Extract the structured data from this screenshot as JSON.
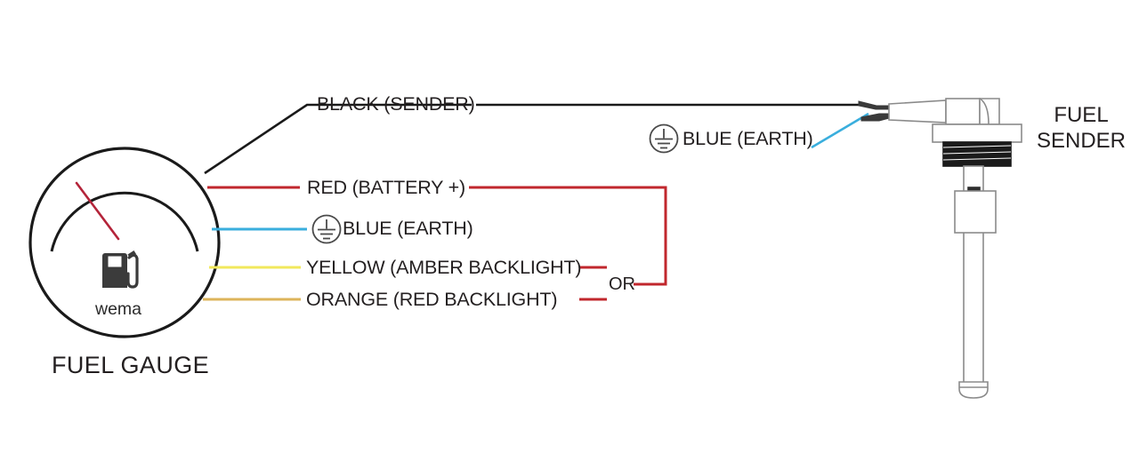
{
  "diagram": {
    "title_hidden": "",
    "colors": {
      "black_wire": "#1a1a1a",
      "red_wire": "#c1272d",
      "blue_wire": "#3aaedd",
      "yellow_wire": "#f2e85c",
      "orange_wire": "#ddb45b",
      "outline": "#1a1a1a",
      "sender_outline": "#8a8a8a",
      "thread_fill": "#1b1b1b",
      "icon_fill": "#3b3b3b",
      "text": "#231f20"
    }
  },
  "gauge": {
    "caption": "FUEL GAUGE",
    "brand": "wema",
    "icon_name": "fuel-pump-icon",
    "needle_name": "gauge-needle"
  },
  "wires": [
    {
      "id": "black-sender",
      "label": "BLACK (SENDER)",
      "color_key": "black_wire",
      "has_earth_symbol": false
    },
    {
      "id": "red-battery",
      "label": "RED (BATTERY +)",
      "color_key": "red_wire",
      "has_earth_symbol": false
    },
    {
      "id": "blue-earth-gauge",
      "label": "BLUE (EARTH)",
      "color_key": "blue_wire",
      "has_earth_symbol": true
    },
    {
      "id": "yellow-amber-backlight",
      "label": "YELLOW (AMBER BACKLIGHT)",
      "color_key": "yellow_wire",
      "has_earth_symbol": false
    },
    {
      "id": "orange-red-backlight",
      "label": "ORANGE (RED BACKLIGHT)",
      "color_key": "orange_wire",
      "has_earth_symbol": false
    }
  ],
  "junction": {
    "or_label": "OR"
  },
  "sender": {
    "caption_line1": "FUEL",
    "caption_line2": "SENDER",
    "earth_label": "BLUE (EARTH)",
    "earth_symbol_name": "earth-ground-icon"
  }
}
